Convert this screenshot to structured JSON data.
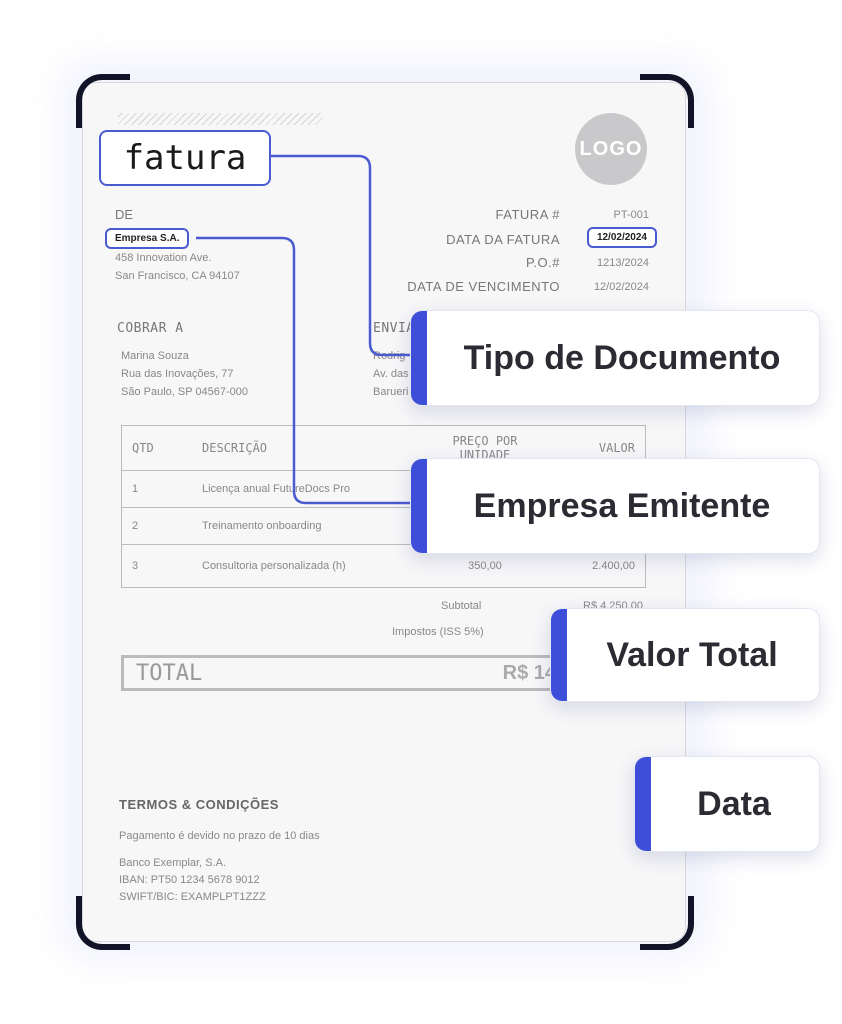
{
  "invoice": {
    "doc_title": "fatura",
    "logo": "LOGO",
    "from": {
      "label": "DE",
      "company": "Empresa S.A.",
      "address1": "458 Innovation Ave.",
      "address2": "San Francisco, CA 94107"
    },
    "meta": {
      "invoice_no_label": "FATURA #",
      "invoice_no": "PT-001",
      "date_label": "DATA DA FATURA",
      "date": "12/02/2024",
      "po_label": "P.O.#",
      "po": "1213/2024",
      "due_label": "DATA DE VENCIMENTO",
      "due": "12/02/2024"
    },
    "bill_to": {
      "label": "COBRAR A",
      "name": "Marina Souza",
      "address1": "Rua das Inovações, 77",
      "address2": "São Paulo, SP 04567-000"
    },
    "ship_to": {
      "label": "ENVIA",
      "name": "Rodrig",
      "address1": "Av. das",
      "address2": "Barueri"
    },
    "table": {
      "headers": [
        "QTD",
        "DESCRIÇÃO",
        "PREÇO POR UNIDADE",
        "VALOR"
      ],
      "rows": [
        {
          "qty": "1",
          "desc": "Licença anual FutureDocs Pro",
          "price": "",
          "value": ""
        },
        {
          "qty": "2",
          "desc": "Treinamento onboarding",
          "price": "",
          "value": ""
        },
        {
          "qty": "3",
          "desc": "Consultoria personalizada (h)",
          "price": "350,00",
          "value": "2.400,00"
        }
      ]
    },
    "subtotal_label": "Subtotal",
    "subtotal": "R$ 4.250,00",
    "tax_label": "Impostos (ISS 5%)",
    "total_label": "TOTAL",
    "total_value": "R$ 14",
    "terms": {
      "title": "TERMOS & CONDIÇÕES",
      "payment": "Pagamento é devido no prazo de 10 dias",
      "bank": "Banco Exemplar, S.A.",
      "iban": "IBAN: PT50 1234 5678 9012",
      "swift": "SWIFT/BIC: EXAMPLPT1ZZZ"
    }
  },
  "tags": {
    "doc_type": "Tipo de Documento",
    "issuer": "Empresa Emitente",
    "total": "Valor Total",
    "date": "Data"
  },
  "colors": {
    "accent": "#3d4fd8",
    "corner": "#111426"
  }
}
